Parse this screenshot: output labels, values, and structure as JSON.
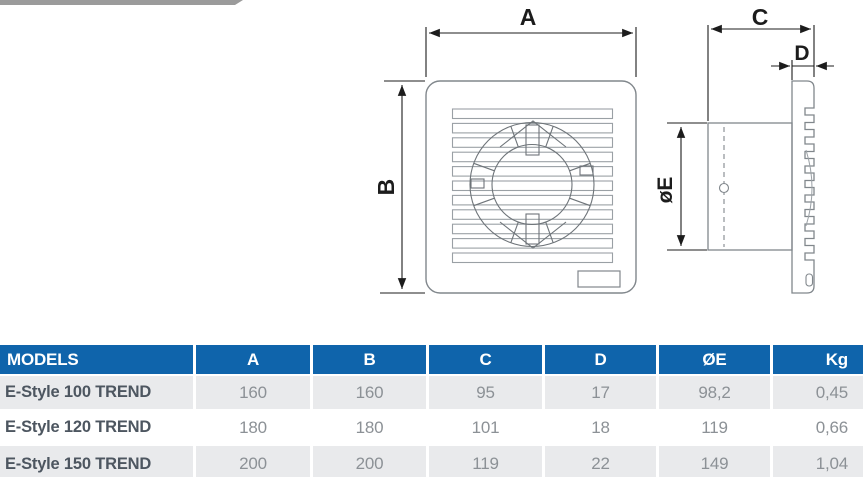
{
  "decor": {
    "top_bar_color": "#9b9b9b"
  },
  "diagram": {
    "labels": {
      "front_width": "A",
      "front_height": "B",
      "side_depth": "C",
      "plate_thickness": "D",
      "duct_diameter": "øE"
    }
  },
  "table": {
    "model_header": "MODELS",
    "dim_headers": [
      "A",
      "B",
      "C",
      "D",
      "ØE",
      "Kg"
    ],
    "rows": [
      {
        "model": "E-Style 100 TREND",
        "values": [
          "160",
          "160",
          "95",
          "17",
          "98,2",
          "0,45"
        ]
      },
      {
        "model": "E-Style 120 TREND",
        "values": [
          "180",
          "180",
          "101",
          "18",
          "119",
          "0,66"
        ]
      },
      {
        "model": "E-Style 150 TREND",
        "values": [
          "200",
          "200",
          "119",
          "22",
          "149",
          "1,04"
        ]
      }
    ],
    "colors": {
      "header_bg": "#0f64ab",
      "row_alt_bg": "#e9eaec",
      "model_text": "#4d5660",
      "value_text": "#8c9196"
    }
  }
}
